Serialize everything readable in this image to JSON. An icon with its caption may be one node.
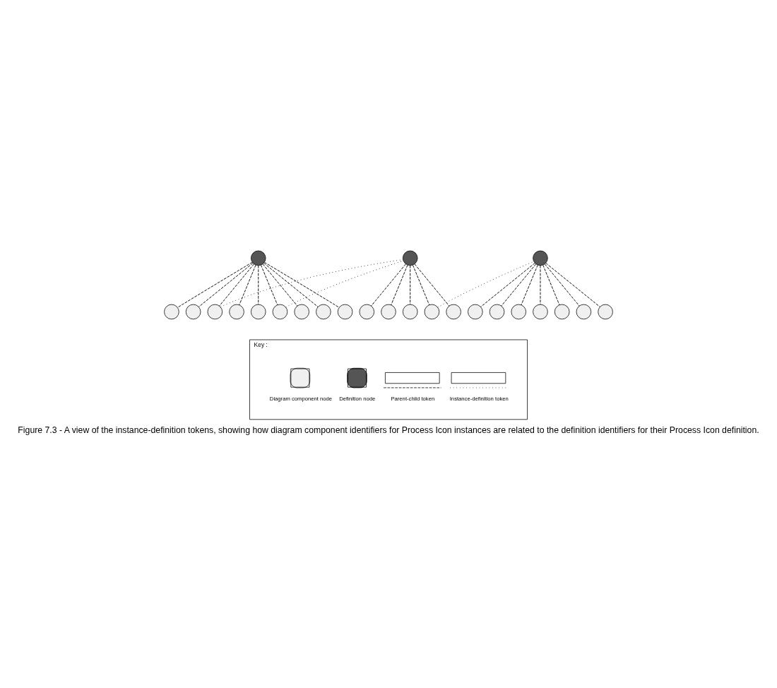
{
  "diagram": {
    "caption": "Figure 7.3 - A view of the instance-definition tokens, showing how diagram component identifiers for Process Icon instances are related to the definition identifiers for their Process Icon definition.",
    "nodes": [
      {
        "text": [],
        "shape": "circle"
      },
      {
        "text": [],
        "shape": "circle"
      },
      {
        "text": [],
        "shape": "circle"
      },
      {
        "text": [],
        "shape": "circle"
      },
      {
        "text": [],
        "shape": "circle"
      },
      {
        "text": [],
        "shape": "circle"
      },
      {
        "text": [],
        "shape": "circle"
      },
      {
        "text": [],
        "shape": "circle"
      },
      {
        "text": [],
        "shape": "circle"
      },
      {
        "text": [],
        "shape": "circle"
      },
      {
        "text": [],
        "shape": "circle"
      },
      {
        "text": [],
        "shape": "circle"
      },
      {
        "text": [],
        "shape": "circle"
      },
      {
        "text": [],
        "shape": "circle"
      },
      {
        "text": [],
        "shape": "circle"
      },
      {
        "text": [],
        "shape": "circle"
      },
      {
        "text": [],
        "shape": "circle"
      },
      {
        "text": [],
        "shape": "circle"
      },
      {
        "text": [],
        "shape": "circle"
      },
      {
        "text": [],
        "shape": "circle"
      },
      {
        "text": [],
        "shape": "circle"
      },
      {
        "text": [],
        "shape": "circle"
      },
      {
        "text": [],
        "shape": "circle"
      },
      {
        "text": [],
        "shape": "circle"
      },
      {
        "text": [
          "Key :"
        ]
      }
    ],
    "edges": [
      {
        "from": 0,
        "to": 3,
        "arrow": "none",
        "style": "dashed"
      },
      {
        "from": 0,
        "to": 4,
        "arrow": "none",
        "style": "dashed"
      },
      {
        "from": 0,
        "to": 5,
        "arrow": "none",
        "style": "dashed"
      },
      {
        "from": 0,
        "to": 6,
        "arrow": "none",
        "style": "dashed"
      },
      {
        "from": 0,
        "to": 7,
        "arrow": "none",
        "style": "dashed"
      },
      {
        "from": 0,
        "to": 8,
        "arrow": "none",
        "style": "dashed"
      },
      {
        "from": 0,
        "to": 9,
        "arrow": "none",
        "style": "dashed"
      },
      {
        "from": 0,
        "to": 10,
        "arrow": "none",
        "style": "dashed"
      },
      {
        "from": 0,
        "to": 11,
        "arrow": "none",
        "style": "dashed"
      },
      {
        "from": 1,
        "to": 12,
        "arrow": "none",
        "style": "dashed"
      },
      {
        "from": 1,
        "to": 13,
        "arrow": "none",
        "style": "dashed"
      },
      {
        "from": 1,
        "to": 14,
        "arrow": "none",
        "style": "dashed"
      },
      {
        "from": 1,
        "to": 15,
        "arrow": "none",
        "style": "dashed"
      },
      {
        "from": 1,
        "to": 16,
        "arrow": "none",
        "style": "dashed"
      },
      {
        "from": 2,
        "to": 17,
        "arrow": "none",
        "style": "dashed"
      },
      {
        "from": 2,
        "to": 18,
        "arrow": "none",
        "style": "dashed"
      },
      {
        "from": 2,
        "to": 19,
        "arrow": "none",
        "style": "dashed"
      },
      {
        "from": 2,
        "to": 20,
        "arrow": "none",
        "style": "dashed"
      },
      {
        "from": 2,
        "to": 21,
        "arrow": "none",
        "style": "dashed"
      },
      {
        "from": 2,
        "to": 22,
        "arrow": "none",
        "style": "dashed"
      },
      {
        "from": 2,
        "to": 23,
        "arrow": "none",
        "style": "dashed"
      },
      {
        "from": 5,
        "to": 1,
        "arrow": "none"
      },
      {
        "from": 8,
        "to": 1,
        "arrow": "none"
      },
      {
        "from": 15,
        "to": 2,
        "arrow": "none"
      }
    ],
    "legend": [
      {
        "text": "Diagram component node"
      },
      {
        "text": "Definition node"
      },
      {
        "text": "Parent-child token"
      },
      {
        "text": "Instance-definition token"
      }
    ]
  }
}
